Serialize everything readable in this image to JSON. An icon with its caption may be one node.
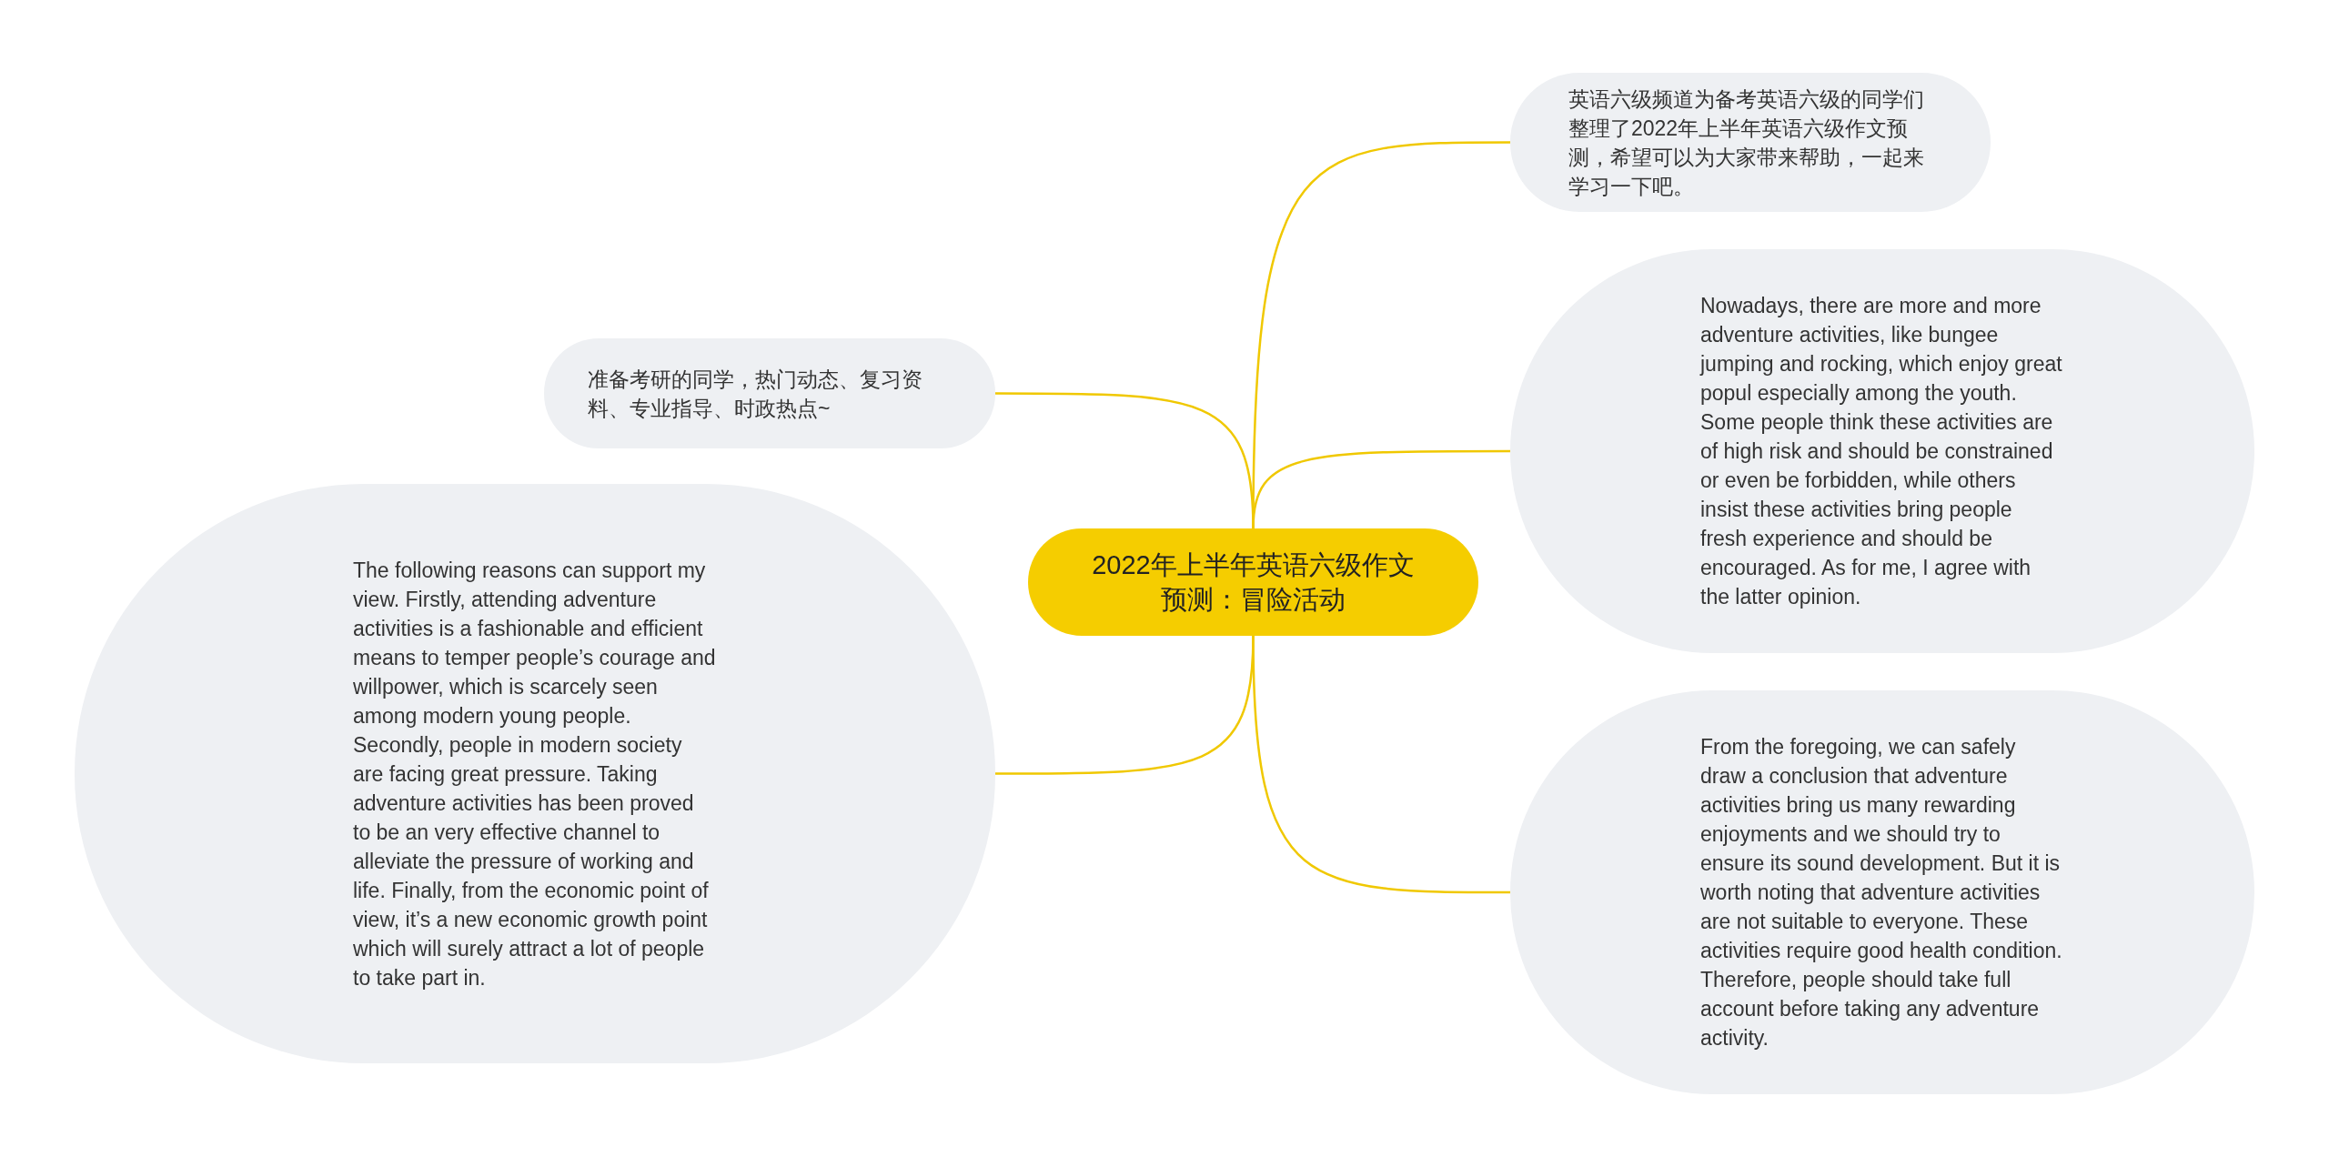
{
  "diagram": {
    "nodes": [
      {
        "text": [
          "2022年上半年英语六级作文预测：冒险活动"
        ]
      },
      {
        "text": [
          "英语六级频道为备考英语六级的同学们整理了2022年上半年英语六级作文预测，希望可以为大家带来帮助，一起来学习一下吧。"
        ]
      },
      {
        "text": [
          "Nowadays, there are more and more adventure activities, like bungee jumping and rocking, which enjoy great popul especially among the youth. Some people think these activities are of high risk and should be constrained or even be forbidden, while others insist these activities bring people fresh experience and should be encouraged. As for me, I agree with the latter opinion."
        ]
      },
      {
        "text": [
          "From the foregoing, we can safely draw a conclusion that adventure activities bring us many rewarding enjoyments and we should try to ensure its sound development. But it is worth noting that adventure activities are not suitable to everyone. These activities require good health condition. Therefore, people should take full account before taking any adventure activity."
        ]
      },
      {
        "text": [
          "准备考研的同学，热门动态、复习资料、专业指导、时政热点~"
        ]
      },
      {
        "text": [
          "The following reasons can support my view. Firstly, attending adventure activities is a fashionable and efficient means to temper people’s courage and willpower, which is scarcely seen among modern young people. Secondly, people in modern society are facing great pressure. Taking adventure activities has been proved to be an very effective channel to alleviate the pressure of working and life. Finally, from the economic point of view, it’s a new economic growth point which will surely attract a lot of people to take part in."
        ]
      }
    ],
    "edges": [
      {
        "from": 0,
        "to": 1,
        "arrow": "none"
      },
      {
        "from": 0,
        "to": 2,
        "arrow": "none"
      },
      {
        "from": 0,
        "to": 3,
        "arrow": "none"
      },
      {
        "from": 0,
        "to": 4,
        "arrow": "none"
      },
      {
        "from": 0,
        "to": 5,
        "arrow": "none"
      }
    ]
  }
}
